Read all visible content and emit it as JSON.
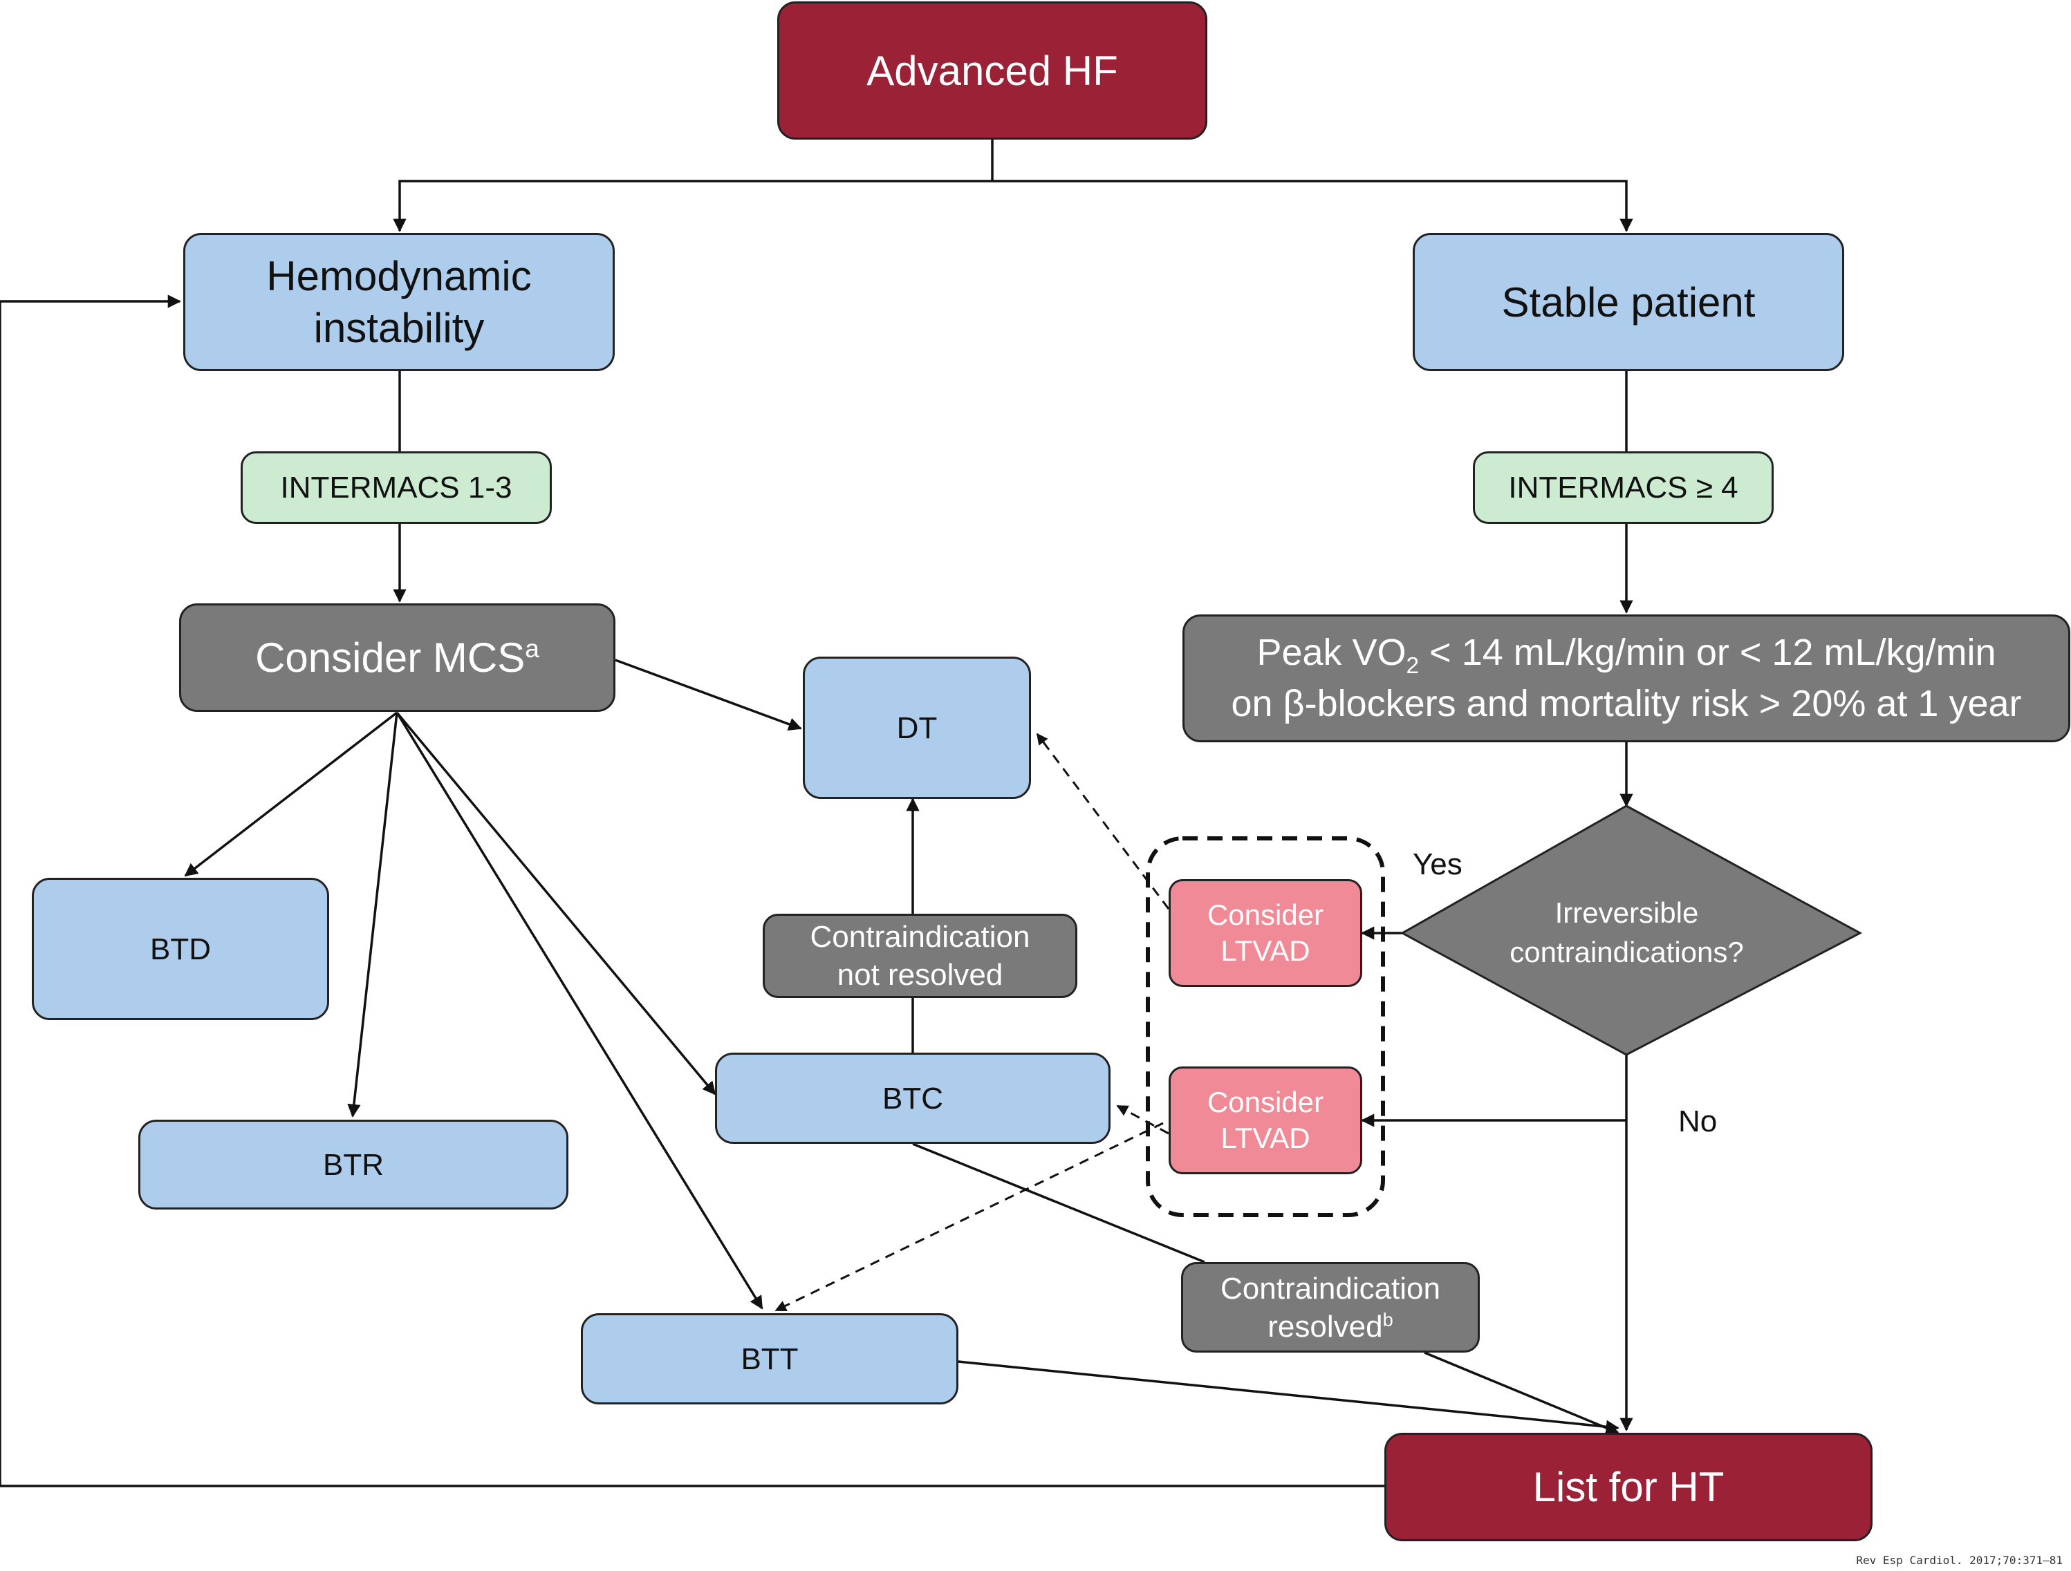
{
  "nodes": {
    "advanced_hf": "Advanced HF",
    "hemodynamic": {
      "line1": "Hemodynamic",
      "line2": "instability"
    },
    "stable": "Stable patient",
    "intermacs_low": "INTERMACS 1-3",
    "intermacs_high": "INTERMACS ≥ 4",
    "consider_mcs": {
      "text": "Consider MCS",
      "sup": "a"
    },
    "peak_vo2": {
      "line1_pre": "Peak VO",
      "line1_sub": "2",
      "line1_post": " < 14 mL/kg/min or < 12 mL/kg/min",
      "line2": "on β-blockers and mortality risk > 20% at 1 year"
    },
    "dt": "DT",
    "btd": "BTD",
    "btr": "BTR",
    "btc": "BTC",
    "btt": "BTT",
    "contra_not_resolved": {
      "line1": "Contraindication",
      "line2": "not resolved"
    },
    "contra_resolved": {
      "line1": "Contraindication",
      "line2": "resolved",
      "sup": "b"
    },
    "ltvad_top": {
      "line1": "Consider",
      "line2": "LTVAD"
    },
    "ltvad_bottom": {
      "line1": "Consider",
      "line2": "LTVAD"
    },
    "irreversible": {
      "line1": "Irreversible",
      "line2": "contraindications?"
    },
    "list_ht": "List for HT"
  },
  "edge_labels": {
    "yes": "Yes",
    "no": "No"
  },
  "citation": "Rev Esp Cardiol. 2017;70:371–81",
  "colors": {
    "dark_red": "#9b2136",
    "blue": "#aecdec",
    "green": "#cdebd0",
    "grey": "#7a7a7a",
    "pink": "#f08a96",
    "line": "#111111"
  }
}
